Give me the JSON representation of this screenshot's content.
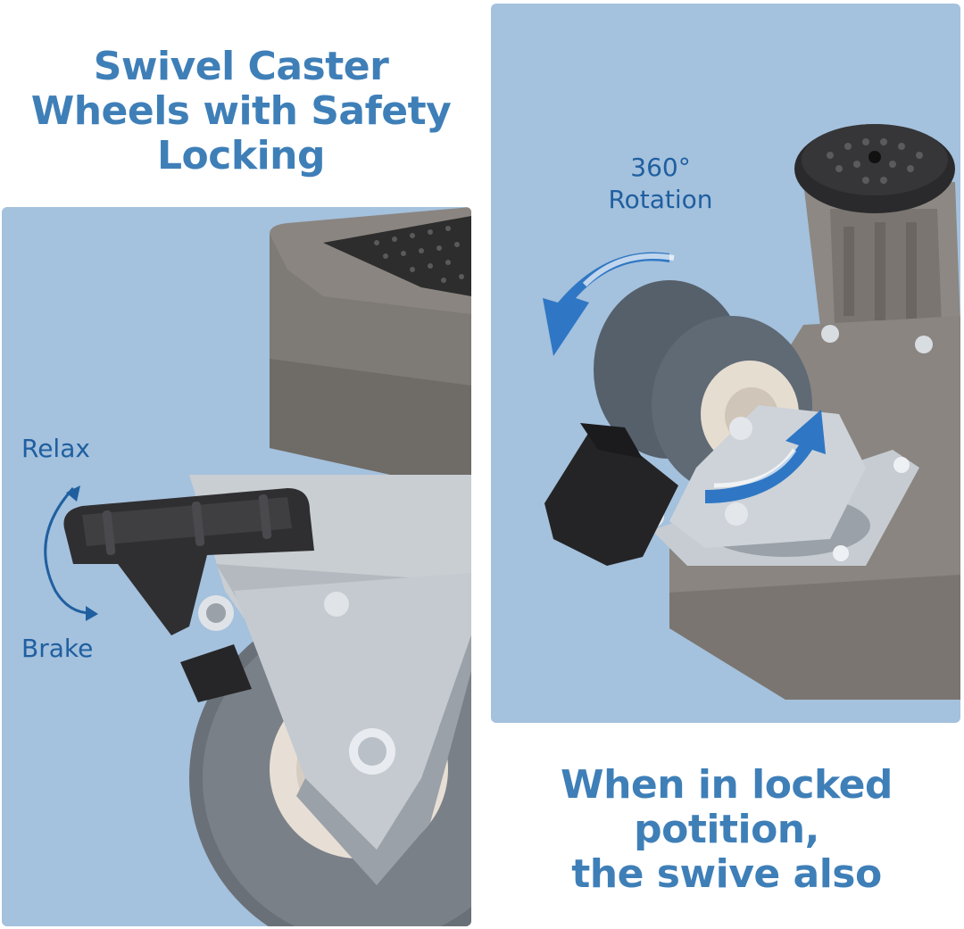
{
  "title": {
    "lines": [
      "Swivel Caster",
      "Wheels with Safety",
      "Locking"
    ]
  },
  "left_labels": {
    "relax": "Relax",
    "brake": "Brake"
  },
  "rotation": {
    "lines": [
      "360°",
      "Rotation"
    ]
  },
  "bottom_text": {
    "lines": [
      "When in locked",
      "potition,",
      "the swive also"
    ]
  },
  "colors": {
    "headline": "#3f7fb8",
    "panel_bg": "#a4c1dd",
    "label": "#1f5fa0"
  }
}
